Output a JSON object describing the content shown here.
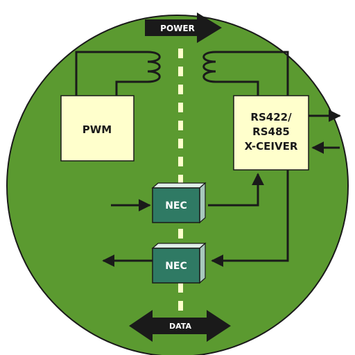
{
  "colors": {
    "background": "#ffffff",
    "circle_fill": "#5b9a30",
    "circle_stroke": "#1a1a1a",
    "block_fill": "#ffffcc",
    "nec_front": "#2f7a64",
    "nec_top": "#dfeee8",
    "nec_side": "#a8c9bd",
    "wire": "#1a1a1a",
    "isolation_dash": "#ffffcc",
    "band_arrow": "#1a1a1a",
    "band_text": "#ffffff"
  },
  "labels": {
    "power": "POWER",
    "data": "DATA",
    "pwm": "PWM",
    "transceiver_lines": [
      "RS422/",
      "RS485",
      "X-CEIVER"
    ],
    "nec_top": "NEC",
    "nec_bottom": "NEC"
  },
  "icons": {
    "left_transformer_coil": "coil-icon",
    "right_transformer_coil": "coil-icon"
  }
}
